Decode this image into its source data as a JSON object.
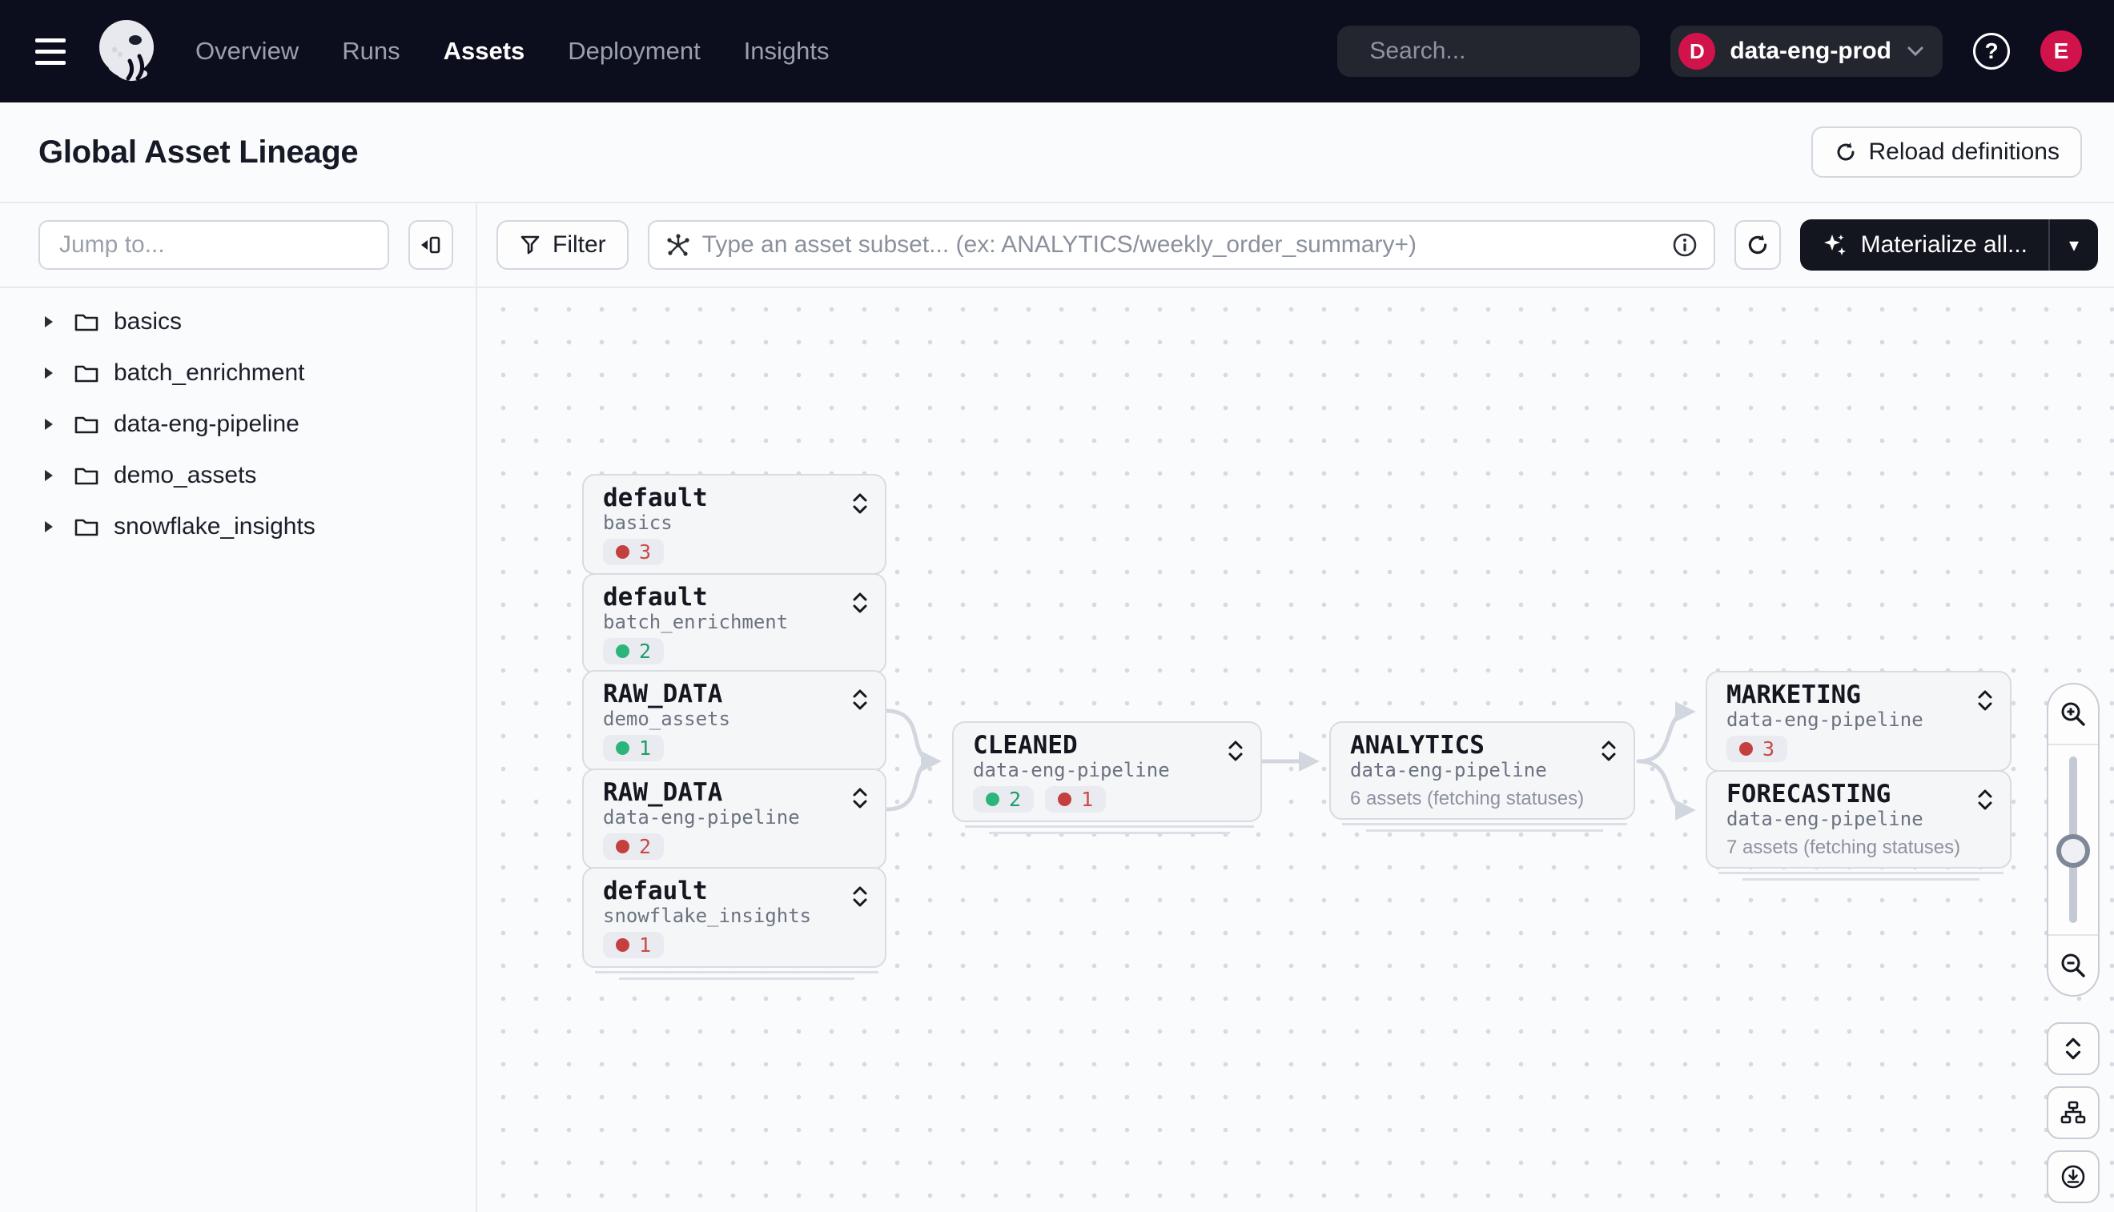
{
  "nav": {
    "items": [
      {
        "label": "Overview"
      },
      {
        "label": "Runs"
      },
      {
        "label": "Assets",
        "active": true
      },
      {
        "label": "Deployment"
      },
      {
        "label": "Insights"
      }
    ],
    "search": {
      "placeholder": "Search...",
      "shortcut": "/"
    },
    "deployment": {
      "initial": "D",
      "name": "data-eng-prod"
    },
    "help_label": "?",
    "avatar_initial": "E"
  },
  "page": {
    "title": "Global Asset Lineage",
    "reload_label": "Reload definitions"
  },
  "toolbar": {
    "jump_placeholder": "Jump to...",
    "filter_label": "Filter",
    "subset_placeholder": "Type an asset subset... (ex: ANALYTICS/weekly_order_summary+)",
    "materialize_label": "Materialize all...",
    "materialize_caret": "▾"
  },
  "sidebar": {
    "groups": [
      {
        "label": "basics"
      },
      {
        "label": "batch_enrichment"
      },
      {
        "label": "data-eng-pipeline"
      },
      {
        "label": "demo_assets"
      },
      {
        "label": "snowflake_insights"
      }
    ]
  },
  "graph": {
    "nodes": [
      {
        "title": "default",
        "subtitle": "basics",
        "badges": [
          {
            "status": "error",
            "count": "3"
          }
        ]
      },
      {
        "title": "default",
        "subtitle": "batch_enrichment",
        "badges": [
          {
            "status": "success",
            "count": "2"
          }
        ]
      },
      {
        "title": "RAW_DATA",
        "subtitle": "demo_assets",
        "badges": [
          {
            "status": "success",
            "count": "1"
          }
        ]
      },
      {
        "title": "RAW_DATA",
        "subtitle": "data-eng-pipeline",
        "badges": [
          {
            "status": "error",
            "count": "2"
          }
        ]
      },
      {
        "title": "default",
        "subtitle": "snowflake_insights",
        "badges": [
          {
            "status": "error",
            "count": "1"
          }
        ]
      },
      {
        "title": "CLEANED",
        "subtitle": "data-eng-pipeline",
        "badges": [
          {
            "status": "success",
            "count": "2"
          },
          {
            "status": "error",
            "count": "1"
          }
        ]
      },
      {
        "title": "ANALYTICS",
        "subtitle": "data-eng-pipeline",
        "status_text": "6 assets (fetching statuses)"
      },
      {
        "title": "MARKETING",
        "subtitle": "data-eng-pipeline",
        "badges": [
          {
            "status": "error",
            "count": "3"
          }
        ]
      },
      {
        "title": "FORECASTING",
        "subtitle": "data-eng-pipeline",
        "status_text": "7 assets (fetching statuses)"
      }
    ],
    "edges": [
      {
        "from": "RAW_DATA/demo_assets",
        "to": "CLEANED/data-eng-pipeline"
      },
      {
        "from": "RAW_DATA/data-eng-pipeline",
        "to": "CLEANED/data-eng-pipeline"
      },
      {
        "from": "CLEANED/data-eng-pipeline",
        "to": "ANALYTICS/data-eng-pipeline"
      },
      {
        "from": "ANALYTICS/data-eng-pipeline",
        "to": "MARKETING/data-eng-pipeline"
      },
      {
        "from": "ANALYTICS/data-eng-pipeline",
        "to": "FORECASTING/data-eng-pipeline"
      }
    ],
    "colors": {
      "success_green": "#2cb57a",
      "error_red": "#c4403e",
      "edge_gray": "#d2d6de",
      "accent_red": "#d0134b",
      "nav_bg": "#0c0e1d",
      "materialize_bg": "#14161f"
    }
  }
}
